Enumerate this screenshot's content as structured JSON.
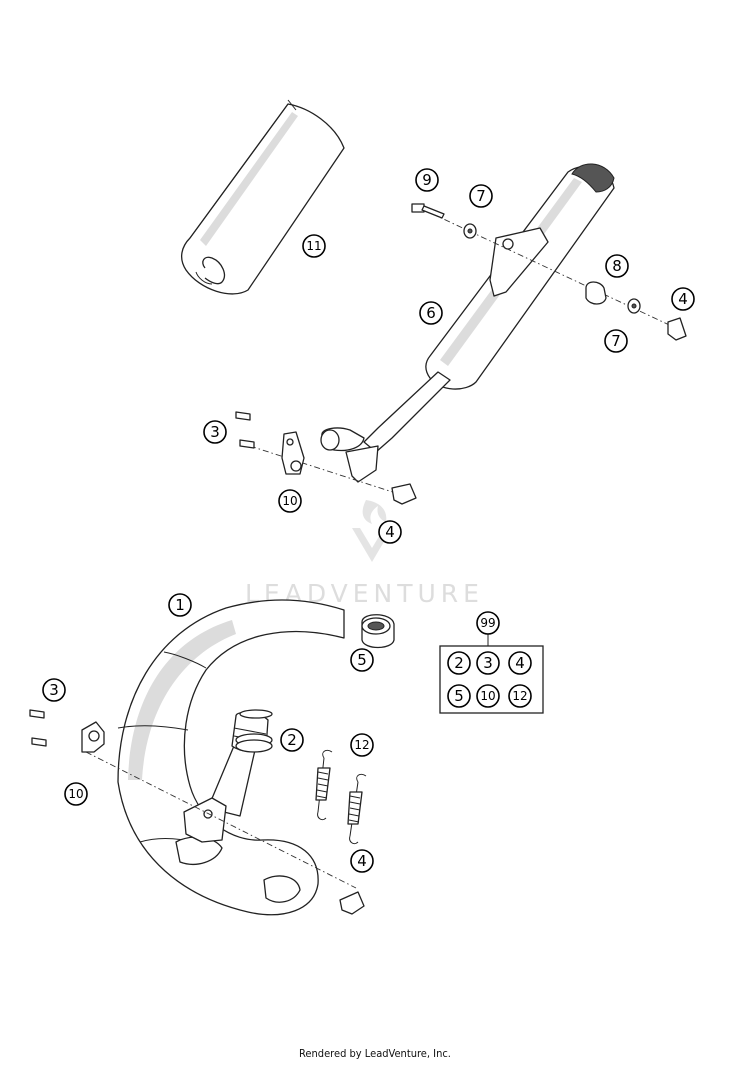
{
  "watermark": {
    "text": "LEADVENTURE",
    "color": "#dddddd"
  },
  "footer": {
    "text": "Rendered by LeadVenture, Inc."
  },
  "callouts": {
    "c1": "1",
    "c2": "2",
    "c3_top": "3",
    "c3_bottom": "3",
    "c4_top_right": "4",
    "c4_mid": "4",
    "c4_bottom": "4",
    "c5": "5",
    "c6": "6",
    "c7_top": "7",
    "c7_bottom": "7",
    "c8": "8",
    "c9": "9",
    "c10_mid": "10",
    "c10_bottom": "10",
    "c11": "11",
    "c12": "12"
  },
  "kit": {
    "label": "99",
    "items": [
      "2",
      "3",
      "4",
      "5",
      "10",
      "12"
    ]
  }
}
